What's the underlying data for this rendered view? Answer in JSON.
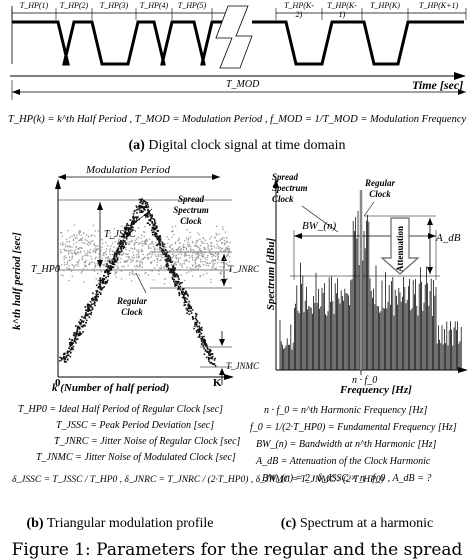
{
  "panel_a": {
    "period_labels": [
      "T_HP(1)",
      "T_HP(2)",
      "T_HP(3)",
      "T_HP(4)",
      "T_HP(5)",
      "T_HP(K-2)",
      "T_HP(K-1)",
      "T_HP(K)",
      "T_HP(K+1)"
    ],
    "time_label": "Time [sec]",
    "tmod_label": "T_MOD",
    "definitions": "T_HP(k) = k^th Half Period ,      T_MOD = Modulation Period ,   f_MOD = 1/T_MOD = Modulation Frequency",
    "caption_label": "(a)",
    "caption_text": "Digital clock signal at time domain"
  },
  "panel_b": {
    "title": "Modulation Period",
    "ylabel": "k^th half period [sec]",
    "xlabel": "k (Number of half period)",
    "x_start": "0",
    "x_end": "K",
    "thp0": "T_HP0",
    "tjssc": "T_JSSC",
    "tjnrc": "T_JNRC",
    "tjnmc": "T_JNMC",
    "spread_label": "Spread Spectrum Clock",
    "regular_label": "Regular Clock",
    "legend": [
      "T_HP0 = Ideal Half Period of Regular Clock [sec]",
      "T_JSSC = Peak Period Deviation [sec]",
      "T_JNRC = Jitter Noise of Regular Clock [sec]",
      "T_JNMC = Jitter Noise of Modulated Clock [sec]"
    ],
    "deltas": "δ_JSSC = T_JSSC / T_HP0 ,   δ_JNRC = T_JNRC / (2·T_HP0) ,   δ_JNMC = T_JNMC / (2·T_HP0)",
    "caption_label": "(b)",
    "caption_text": "Triangular modulation profile"
  },
  "panel_c": {
    "ylabel": "Spectrum [dBu]",
    "xlabel": "Frequency [Hz]",
    "xtick": "n · f_0",
    "spread_label": "Spread Spectrum Clock",
    "regular_label": "Regular Clock",
    "bw_label": "BW_(n)",
    "adb_label": "A_dB",
    "attenuation_label": "Attenuation",
    "legend": [
      "n · f_0 = n^th Harmonic Frequency [Hz]",
      "f_0 = 1/(2·T_HP0) = Fundamental Frequency [Hz]",
      "BW_(n) = Bandwidth at n^th Harmonic [Hz]",
      "A_dB = Attenuation of the Clock Harmonic",
      "BW_(n) = 2 · δ_JSSC × n · f_0 ,      A_dB = ?"
    ],
    "caption_label": "(c)",
    "caption_text": "Spectrum at a harmonic"
  },
  "figure_caption": "Figure 1: Parameters for the regular and the spread"
}
